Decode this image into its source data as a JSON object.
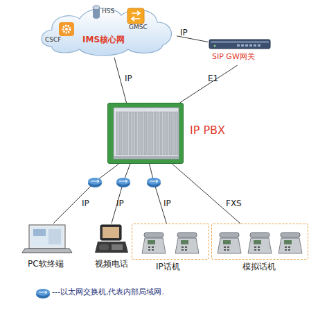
{
  "diagram": {
    "nodes": [
      {
        "text": [
          "IMS核心网"
        ]
      },
      {
        "text": [
          "HSS"
        ],
        "in": 0
      },
      {
        "text": [
          "CSCF"
        ],
        "in": 0
      },
      {
        "text": [
          "GMSC"
        ],
        "in": 0
      },
      {
        "text": [
          "SIP GW网关"
        ]
      },
      {
        "text": [
          "IP PBX"
        ]
      },
      {
        "text": [
          "PC软终端"
        ]
      },
      {
        "text": [
          "视频电话"
        ]
      },
      {
        "text": [
          "IP话机"
        ]
      },
      {
        "text": [
          "模拟话机"
        ]
      }
    ],
    "edges": [
      {
        "from": 0,
        "to": 4,
        "label": "IP",
        "arrow": "none"
      },
      {
        "from": 0,
        "to": 5,
        "label": "IP",
        "arrow": "none"
      },
      {
        "from": 4,
        "to": 5,
        "label": "E1",
        "arrow": "none"
      },
      {
        "from": 5,
        "to": 6,
        "label": "IP",
        "arrow": "none"
      },
      {
        "from": 5,
        "to": 7,
        "label": "IP",
        "arrow": "none"
      },
      {
        "from": 5,
        "to": 8,
        "label": "IP",
        "arrow": "none"
      },
      {
        "from": 5,
        "to": 9,
        "label": "FXS",
        "arrow": "none"
      }
    ],
    "legend": [
      {
        "text": "---以太网交换机,代表内部局域网."
      }
    ]
  }
}
